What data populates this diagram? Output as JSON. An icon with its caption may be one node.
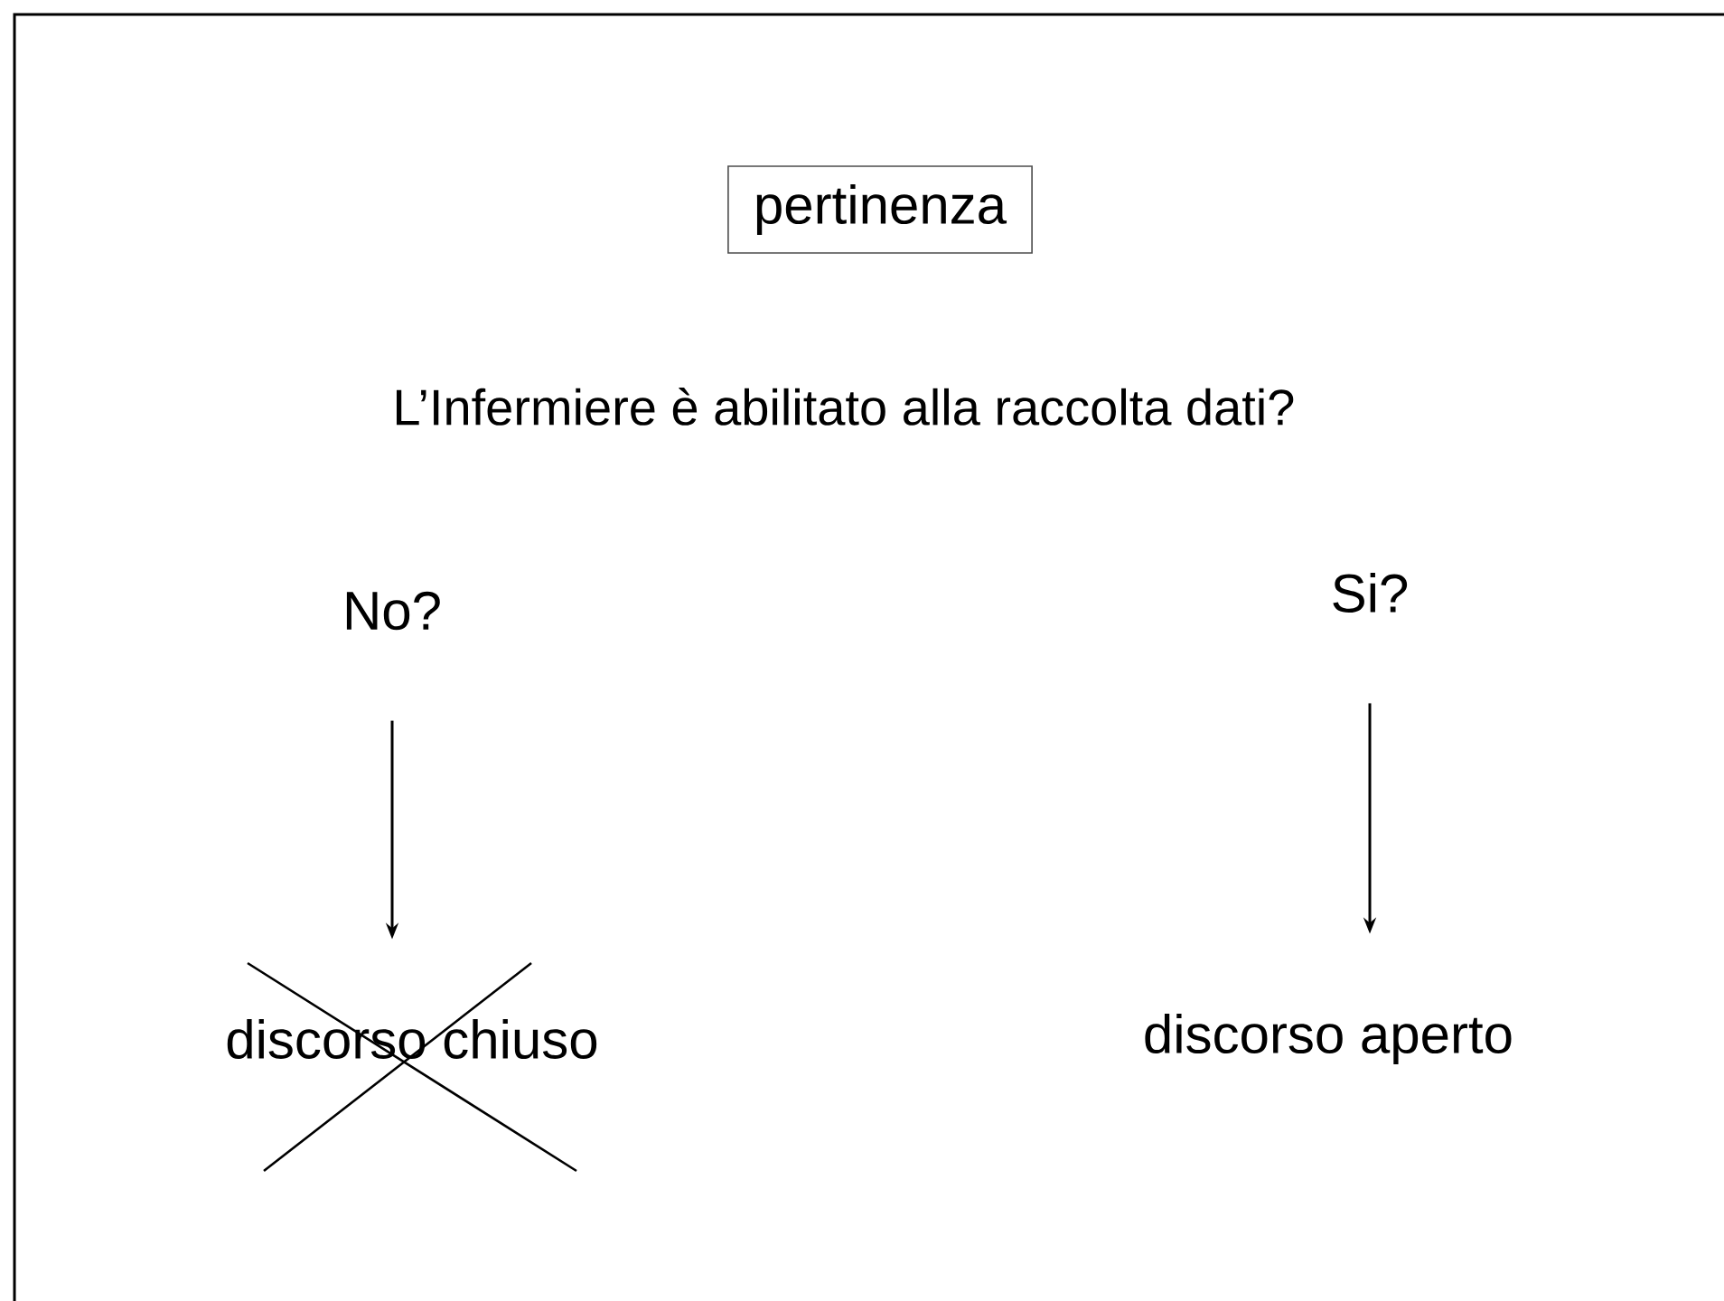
{
  "diagram": {
    "nodes": [
      {
        "text": [
          "pertinenza"
        ]
      },
      {
        "text": [
          "No?"
        ]
      },
      {
        "text": [
          "Si?"
        ]
      },
      {
        "text": [
          "discorso chiuso"
        ]
      },
      {
        "text": [
          "discorso aperto"
        ]
      }
    ],
    "edges": [
      {
        "from": 1,
        "to": 3,
        "arrow": "to"
      },
      {
        "from": 2,
        "to": 4,
        "arrow": "to"
      }
    ],
    "labels": [
      "L’Infermiere è abilitato alla raccolta dati?"
    ]
  }
}
